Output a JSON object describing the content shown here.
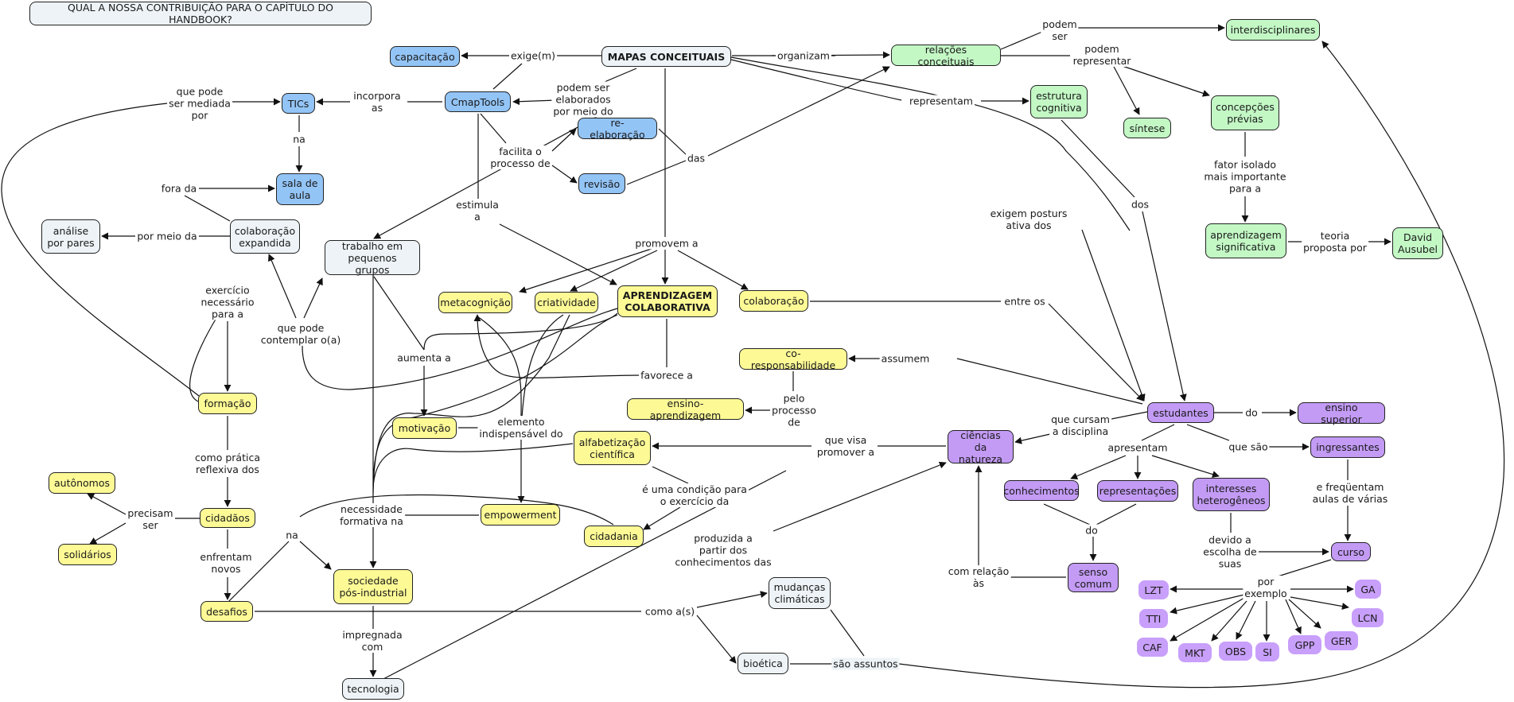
{
  "title": "QUAL A NOSSA CONTRIBUIÇÃO PARA O CAPÍTULO DO HANDBOOK?",
  "colors": {
    "gray": "#edf3f6",
    "blue": "#93c4f6",
    "green": "#c3f8c5",
    "yellow": "#fdfa96",
    "purple": "#c39bf5",
    "line": "#111111"
  },
  "concepts": {
    "mapas": "MAPAS CONCEITUAIS",
    "capacitacao": "capacitação",
    "cmaptools": "CmapTools",
    "tics": "TICs",
    "sala": "sala de\naula",
    "reelaboracao": "re-elaboração",
    "revisao": "revisão",
    "colab_expandida": "colaboração\nexpandida",
    "analise": "análise\npor pares",
    "trabalho": "trabalho em\npequenos grupos",
    "relacoes": "relações conceituais",
    "interdisciplinares": "interdisciplinares",
    "estrutura": "estrutura\ncognitiva",
    "sintese": "síntese",
    "concepcoes": "concepções\nprévias",
    "aprend_sig": "aprendizagem\nsignificativa",
    "ausubel": "David\nAusubel",
    "metacognicao": "metacognição",
    "criatividade": "criatividade",
    "aprend_colab": "APRENDIZAGEM\nCOLABORATIVA",
    "colaboracao": "colaboração",
    "coresp": "co-responsabilidade",
    "ensino_aprend": "ensino-aprendizagem",
    "formacao": "formação",
    "motivacao": "motivação",
    "alfabetizacao": "alfabetização\ncientífica",
    "empowerment": "empowerment",
    "cidadania": "cidadania",
    "cidadaos": "cidadãos",
    "autonomos": "autônomos",
    "solidarios": "solidários",
    "desafios": "desafios",
    "sociedade": "sociedade\npós-industrial",
    "tecnologia": "tecnologia",
    "mudancas": "mudanças\nclimáticas",
    "bioetica": "bioética",
    "ciencias": "ciências da\nnatureza",
    "estudantes": "estudantes",
    "ensino_sup": "ensino superior",
    "ingressantes": "ingressantes",
    "conhecimentos": "conhecimentos",
    "representacoes": "representações",
    "interesses": "interesses\nheterogêneos",
    "senso": "senso\ncomum",
    "curso": "curso",
    "lzt": "LZT",
    "tti": "TTI",
    "caf": "CAF",
    "mkt": "MKT",
    "obs": "OBS",
    "si": "SI",
    "gpp": "GPP",
    "ger": "GER",
    "lcn": "LCN",
    "ga": "GA"
  },
  "links": {
    "exige": "exige(m)",
    "organizam": "organizam",
    "podem_ser_elab": "podem ser\nelaborados\npor meio do",
    "incorpora": "incorpora\nas",
    "que_pode_mediada": "que pode\nser mediada\npor",
    "na_tics": "na",
    "fora_da": "fora da",
    "por_meio_da": "por meio da",
    "facilita": "facilita o\nprocesso de",
    "das": "das",
    "estimula": "estimula\na",
    "promovem": "promovem a",
    "podem_ser": "podem\nser",
    "podem_representar": "podem\nrepresentar",
    "representam": "representam",
    "fator": "fator isolado\nmais importante\npara a",
    "teoria": "teoria\nproposta por",
    "exigem_postura": "exigem posturs\nativa dos",
    "dos": "dos",
    "entre_os": "entre os",
    "assumem": "assumem",
    "pelo_processo": "pelo\nprocesso\nde",
    "favorece": "favorece a",
    "exercicio": "exercício\nnecessário\npara a",
    "que_pode_contemplar": "que pode\ncontemplar o(a)",
    "aumenta": "aumenta a",
    "elemento": "elemento\nindispensável do",
    "necessidade": "necessidade\nformativa na",
    "como_pratica": "como prática\nreflexiva dos",
    "precisam": "precisam\nser",
    "enfrentam": "enfrentam\nnovos",
    "na_desafios": "na",
    "impregnada": "impregnada\ncom",
    "como_as": "como a(s)",
    "produzida": "produzida a\npartir dos\nconhecimentos das",
    "sao_assuntos": "são assuntos",
    "que_visa": "que visa\npromover a",
    "condicao": "é uma condição para\no exercício da",
    "que_cursam": "que cursam\na disciplina",
    "apresentam": "apresentam",
    "do_estud": "do",
    "que_sao": "que são",
    "frequentam": "e freqüentam\naulas de várias",
    "do_senso": "do",
    "com_relacao": "com relação\nàs",
    "devido": "devido a\nescolha de\nsuas",
    "por_exemplo": "por\nexemplo"
  }
}
